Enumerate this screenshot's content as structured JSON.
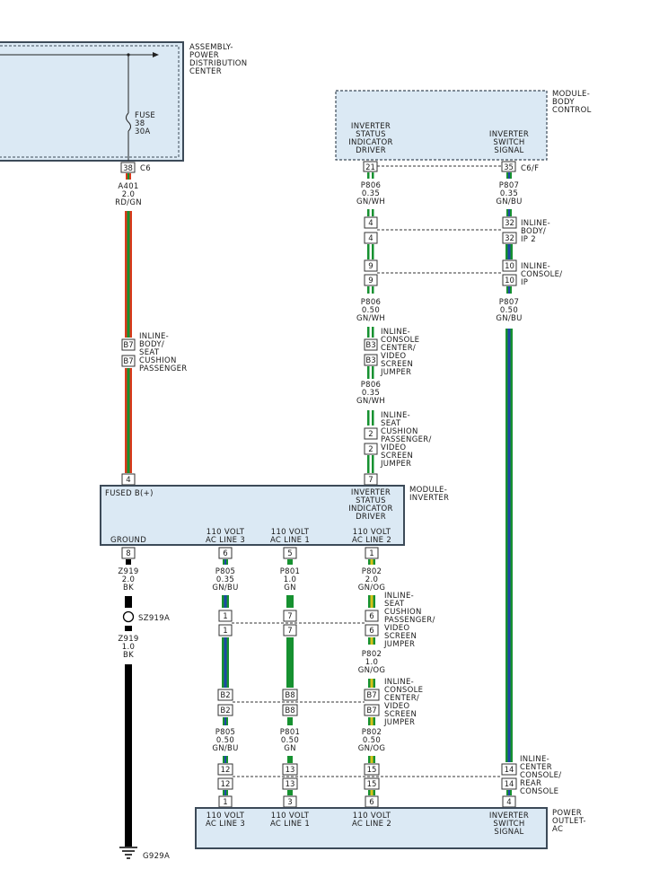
{
  "pdc": {
    "name": [
      "ASSEMBLY-",
      "POWER",
      "DISTRIBUTION",
      "CENTER"
    ],
    "fuse": [
      "FUSE",
      "38",
      "30A"
    ],
    "pin": "38",
    "connector": "C6"
  },
  "bcm": {
    "name": [
      "MODULE-",
      "BODY",
      "CONTROL"
    ],
    "left_label": [
      "INVERTER",
      "STATUS",
      "INDICATOR",
      "DRIVER"
    ],
    "right_label": [
      "INVERTER",
      "SWITCH",
      "SIGNAL"
    ],
    "pin_left": "21",
    "pin_right": "35",
    "connector": "C6/F"
  },
  "inverter": {
    "name": [
      "MODULE-",
      "INVERTER"
    ],
    "fused": "FUSED B(+)",
    "status": [
      "INVERTER",
      "STATUS",
      "INDICATOR",
      "DRIVER"
    ],
    "ground": "GROUND",
    "ac3": [
      "110 VOLT",
      "AC LINE 3"
    ],
    "ac1": [
      "110 VOLT",
      "AC LINE 1"
    ],
    "ac2": [
      "110 VOLT",
      "AC LINE 2"
    ],
    "pin_top_left": "4",
    "pin_top_right": "7",
    "pins_bottom": [
      "8",
      "6",
      "5",
      "1"
    ]
  },
  "outlet": {
    "name": [
      "POWER",
      "OUTLET-",
      "AC"
    ],
    "ac3": [
      "110 VOLT",
      "AC LINE 3"
    ],
    "ac1": [
      "110 VOLT",
      "AC LINE 1"
    ],
    "ac2": [
      "110 VOLT",
      "AC LINE 2"
    ],
    "switch": [
      "INVERTER",
      "SWITCH",
      "SIGNAL"
    ],
    "pins": [
      "1",
      "3",
      "6",
      "4"
    ]
  },
  "wires": {
    "a401": [
      "A401",
      "2.0",
      "RD/GN"
    ],
    "p806_a": [
      "P806",
      "0.35",
      "GN/WH"
    ],
    "p806_b": [
      "P806",
      "0.50",
      "GN/WH"
    ],
    "p806_c": [
      "P806",
      "0.35",
      "GN/WH"
    ],
    "p807_a": [
      "P807",
      "0.35",
      "GN/BU"
    ],
    "p807_b": [
      "P807",
      "0.50",
      "GN/BU"
    ],
    "z919_a": [
      "Z919",
      "2.0",
      "BK"
    ],
    "z919_b": [
      "Z919",
      "1.0",
      "BK"
    ],
    "p805_a": [
      "P805",
      "0.35",
      "GN/BU"
    ],
    "p805_b": [
      "P805",
      "0.50",
      "GN/BU"
    ],
    "p801_a": [
      "P801",
      "1.0",
      "GN"
    ],
    "p801_b": [
      "P801",
      "0.50",
      "GN"
    ],
    "p802_a": [
      "P802",
      "2.0",
      "GN/OG"
    ],
    "p802_b": [
      "P802",
      "1.0",
      "GN/OG"
    ],
    "p802_c": [
      "P802",
      "0.50",
      "GN/OG"
    ]
  },
  "inlines": {
    "seat_pass": {
      "label": [
        "INLINE-",
        "BODY/",
        "SEAT",
        "CUSHION",
        "PASSENGER"
      ],
      "pin": "B7"
    },
    "body_ip2": {
      "label": [
        "INLINE-",
        "BODY/",
        "IP 2"
      ],
      "pins": [
        "4",
        "32"
      ]
    },
    "console_ip": {
      "label": [
        "INLINE-",
        "CONSOLE/",
        "IP"
      ],
      "pins": [
        "9",
        "10"
      ]
    },
    "cc_video_top": {
      "label": [
        "INLINE-",
        "CONSOLE",
        "CENTER/",
        "VIDEO",
        "SCREEN",
        "JUMPER"
      ],
      "pin": "B3"
    },
    "seat_video_top": {
      "label": [
        "INLINE-",
        "SEAT",
        "CUSHION",
        "PASSENGER/",
        "VIDEO",
        "SCREEN",
        "JUMPER"
      ],
      "pin": "2"
    },
    "seat_video_bot": {
      "label": [
        "INLINE-",
        "SEAT",
        "CUSHION",
        "PASSENGER/",
        "VIDEO",
        "SCREEN",
        "JUMPER"
      ],
      "pins": [
        "1",
        "7",
        "6"
      ]
    },
    "cc_video_bot": {
      "label": [
        "INLINE-",
        "CONSOLE",
        "CENTER/",
        "VIDEO",
        "SCREEN",
        "JUMPER"
      ],
      "pins": [
        "B2",
        "B8",
        "B7"
      ]
    },
    "center_rear": {
      "label": [
        "INLINE-",
        "CENTER",
        "CONSOLE/",
        "REAR",
        "CONSOLE"
      ],
      "pins": [
        "12",
        "13",
        "15",
        "14"
      ]
    }
  },
  "splice": "SZ919A",
  "ground": "G929A",
  "colors": {
    "red": "#d83a1c",
    "green": "#169130",
    "blue": "#1f47a8",
    "white": "#ffffff",
    "yellow": "#d9c21a",
    "black": "#000000",
    "box": "#dbe9f4"
  }
}
